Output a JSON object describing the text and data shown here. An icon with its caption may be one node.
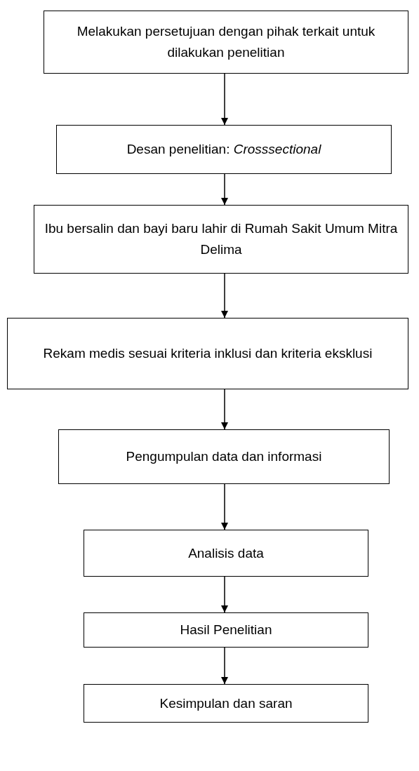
{
  "diagram": {
    "nodes": [
      {
        "text": [
          "Melakukan persetujuan dengan pihak terkait untuk dilakukan penelitian"
        ]
      },
      {
        "text": [
          "Desan penelitian: *Crosssectional*"
        ]
      },
      {
        "text": [
          "Ibu bersalin dan bayi baru lahir di Rumah Sakit Umum Mitra Delima"
        ]
      },
      {
        "text": [
          "Rekam medis sesuai kriteria inklusi dan kriteria eksklusi"
        ]
      },
      {
        "text": [
          "Pengumpulan data dan informasi"
        ]
      },
      {
        "text": [
          "Analisis data"
        ]
      },
      {
        "text": [
          "Hasil Penelitian"
        ]
      },
      {
        "text": [
          "Kesimpulan dan saran"
        ]
      }
    ],
    "edges": [
      {
        "from": 0,
        "to": 1,
        "arrow": "to"
      },
      {
        "from": 1,
        "to": 2,
        "arrow": "to"
      },
      {
        "from": 2,
        "to": 3,
        "arrow": "to"
      },
      {
        "from": 3,
        "to": 4,
        "arrow": "to"
      },
      {
        "from": 4,
        "to": 5,
        "arrow": "to"
      },
      {
        "from": 5,
        "to": 6,
        "arrow": "to"
      },
      {
        "from": 6,
        "to": 7,
        "arrow": "to"
      }
    ]
  }
}
